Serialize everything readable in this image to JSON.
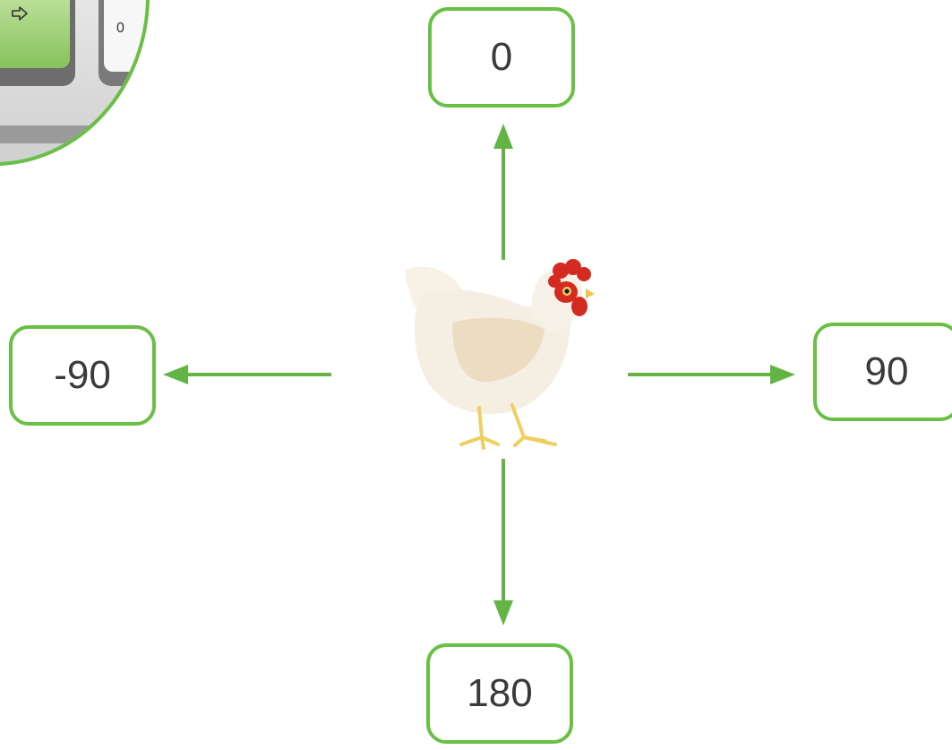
{
  "directions": {
    "up": "0",
    "right": "90",
    "down": "180",
    "left": "-90"
  },
  "keypad": {
    "key_right_icon": "arrow-right-icon",
    "key_zero_label": "0"
  },
  "colors": {
    "accent_green": "#6abf45",
    "arrow_green": "#62b544",
    "key_green": "#9ed16d",
    "text": "#3a3a3a",
    "hen_body": "#f5eee2",
    "hen_comb": "#d42a20"
  },
  "sprite": "hen"
}
